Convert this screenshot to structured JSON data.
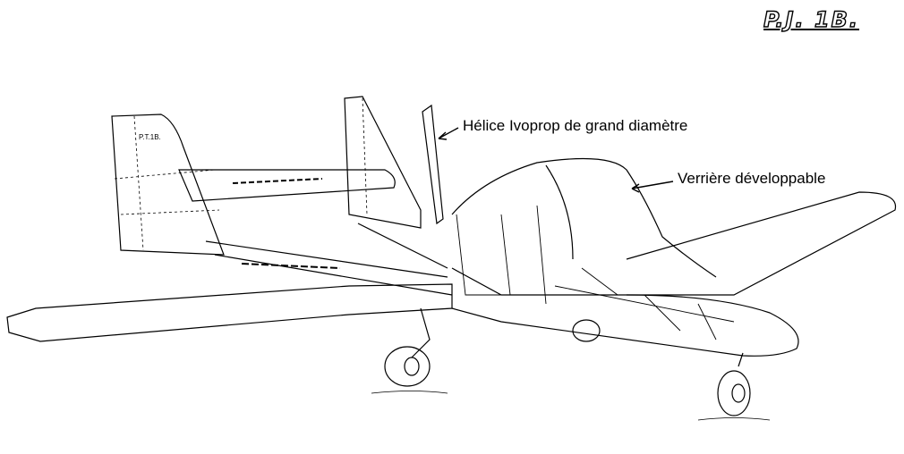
{
  "title": "P.J. 1B.",
  "tail_marking": "P.T.1B.",
  "annotations": {
    "propeller": "Hélice Ivoprop de grand diamètre",
    "canopy": "Verrière développable"
  },
  "colors": {
    "ink": "#000000",
    "background": "#ffffff"
  }
}
